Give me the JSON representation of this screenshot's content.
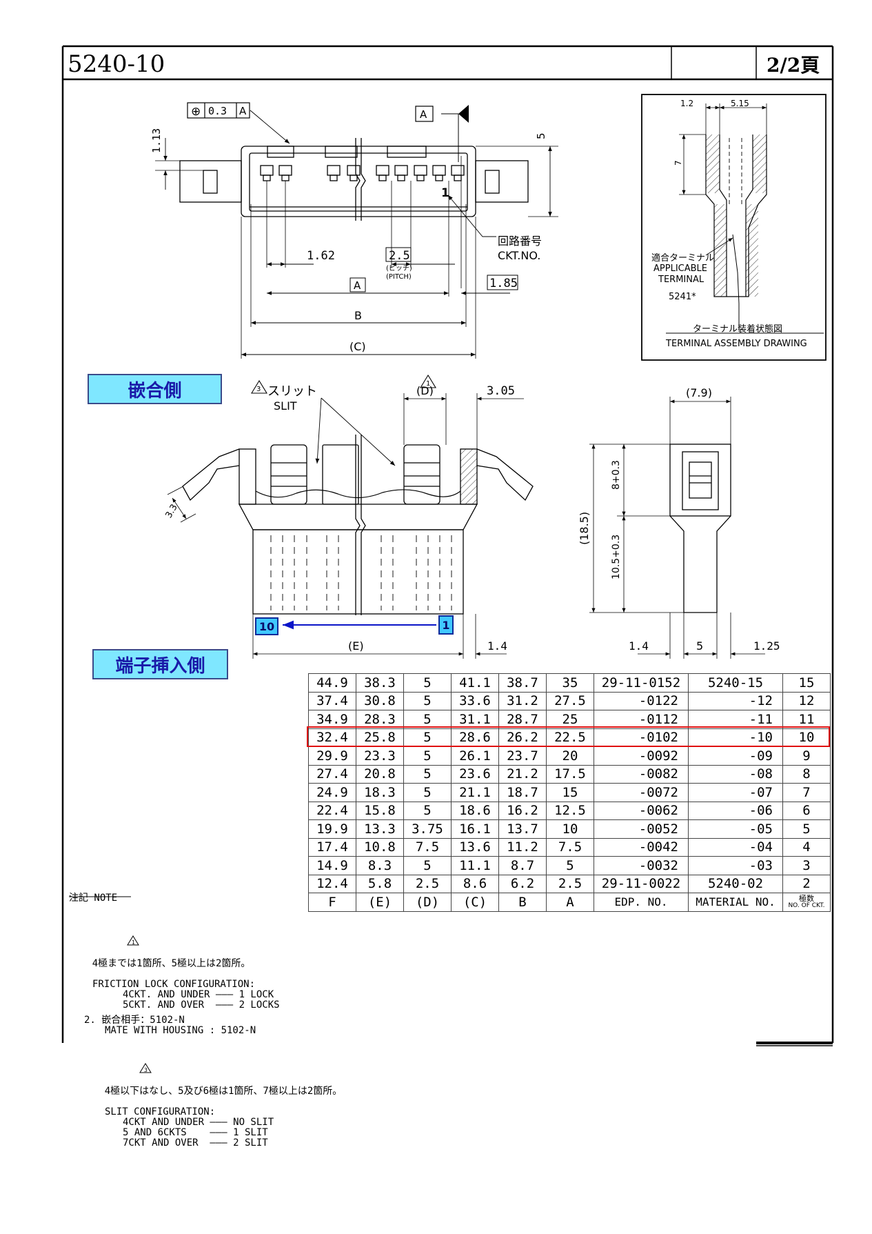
{
  "header": {
    "part_number": "5240-10",
    "page": "2/2頁"
  },
  "top_view": {
    "tolerance_symbol": "⊕",
    "tolerance_value": "0.3",
    "tolerance_datum": "A",
    "datum_flag": "A",
    "dim_113": "1.13",
    "dim_5": "5",
    "dim_162": "1.62",
    "pitch_value": "2.5",
    "pitch_jp": "(ピッチ)",
    "pitch_en": "(PITCH)",
    "dim_185": "1.85",
    "dim_A": "A",
    "dim_B": "B",
    "dim_C": "(C)",
    "ckt_jp": "回路番号",
    "ckt_en": "CKT.NO.",
    "pin_one": "1"
  },
  "terminal_detail": {
    "dim_12": "1.2",
    "dim_515": "5.15",
    "dim_7": "7",
    "applicable_jp": "適合ターミナル",
    "applicable_en1": "APPLICABLE",
    "applicable_en2": "TERMINAL",
    "part": "5241*",
    "caption_jp": "ターミナル装着状態図",
    "caption_en": "TERMINAL ASSEMBLY DRAWING"
  },
  "labels": {
    "mating_side": "嵌合側",
    "terminal_side": "端子挿入側"
  },
  "front_view": {
    "slit_jp": "スリット",
    "slit_en": "SLIT",
    "note_3": "3",
    "note_1": "1",
    "dim_D": "(D)",
    "dim_305": "3.05",
    "dim_33": "3.3",
    "dim_E": "(E)",
    "dim_14": "1.4",
    "pin_10": "10",
    "pin_1": "1"
  },
  "side_view": {
    "dim_79": "(7.9)",
    "dim_8": "8+0.3",
    "dim_185": "(18.5)",
    "dim_105": "10.5+0.3",
    "dim_14": "1.4",
    "dim_5": "5",
    "dim_125": "1.25"
  },
  "table": {
    "headers": [
      "F",
      "(E)",
      "(D)",
      "(C)",
      "B",
      "A",
      "EDP. NO.",
      "MATERIAL NO.",
      "極数\nNO. OF CKT."
    ],
    "rows": [
      [
        "44.9",
        "38.3",
        "5",
        "41.1",
        "38.7",
        "35",
        "29-11-0152",
        "5240-15",
        "15"
      ],
      [
        "37.4",
        "30.8",
        "5",
        "33.6",
        "31.2",
        "27.5",
        "-0122",
        "-12",
        "12"
      ],
      [
        "34.9",
        "28.3",
        "5",
        "31.1",
        "28.7",
        "25",
        "-0112",
        "-11",
        "11"
      ],
      [
        "32.4",
        "25.8",
        "5",
        "28.6",
        "26.2",
        "22.5",
        "-0102",
        "-10",
        "10"
      ],
      [
        "29.9",
        "23.3",
        "5",
        "26.1",
        "23.7",
        "20",
        "-0092",
        "-09",
        "9"
      ],
      [
        "27.4",
        "20.8",
        "5",
        "23.6",
        "21.2",
        "17.5",
        "-0082",
        "-08",
        "8"
      ],
      [
        "24.9",
        "18.3",
        "5",
        "21.1",
        "18.7",
        "15",
        "-0072",
        "-07",
        "7"
      ],
      [
        "22.4",
        "15.8",
        "5",
        "18.6",
        "16.2",
        "12.5",
        "-0062",
        "-06",
        "6"
      ],
      [
        "19.9",
        "13.3",
        "3.75",
        "16.1",
        "13.7",
        "10",
        "-0052",
        "-05",
        "5"
      ],
      [
        "17.4",
        "10.8",
        "7.5",
        "13.6",
        "11.2",
        "7.5",
        "-0042",
        "-04",
        "4"
      ],
      [
        "14.9",
        "8.3",
        "5",
        "11.1",
        "8.7",
        "5",
        "-0032",
        "-03",
        "3"
      ],
      [
        "12.4",
        "5.8",
        "2.5",
        "8.6",
        "6.2",
        "2.5",
        "29-11-0022",
        "5240-02",
        "2"
      ]
    ],
    "header_label_jp": "極数",
    "header_label_en": "NO. OF CKT."
  },
  "notes": {
    "title": "注記 NOTE",
    "n1_mark": "1",
    "n1_jp": "4極までは1箇所、5極以上は2箇所。",
    "n1_en": "FRICTION LOCK CONFIGURATION:",
    "n1_a": "4CKT. AND UNDER ——— 1 LOCK",
    "n1_b": "5CKT. AND OVER  ——— 2 LOCKS",
    "n2_jp": "2. 嵌合相手：5102-N",
    "n2_en": "MATE WITH HOUSING : 5102-N",
    "n3_mark": "3",
    "n3_jp": "4極以下はなし、5及び6極は1箇所、7極以上は2箇所。",
    "n3_en": "SLIT CONFIGURATION:",
    "n3_a": "4CKT AND UNDER ——— NO SLIT",
    "n3_b": "5 AND 6CKTS    ——— 1 SLIT",
    "n3_c": "7CKT AND OVER  ——— 2 SLIT"
  }
}
